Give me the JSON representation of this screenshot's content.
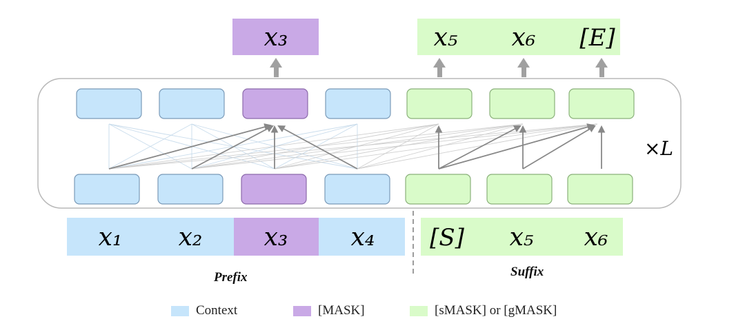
{
  "colors": {
    "context": "#c6e5fb",
    "context_border": "#7a9ab8",
    "mask": "#c9a9e6",
    "mask_border": "#8c6aab",
    "span": "#d9fbc9",
    "span_border": "#8ab07a",
    "arrow": "#888888",
    "connector": "#c9dcec"
  },
  "outputs": {
    "mask_token": "x₃",
    "span_tokens": [
      "x₅",
      "x₆",
      "[E]"
    ]
  },
  "inputs": {
    "prefix_tokens": [
      "x₁",
      "x₂",
      "x₃",
      "x₄"
    ],
    "suffix_tokens": [
      "[S]",
      "x₅",
      "x₆"
    ]
  },
  "layers_label": "×L",
  "labels": {
    "prefix": "Prefix",
    "suffix": "Suffix"
  },
  "legend": [
    {
      "label": "Context",
      "color": "#c6e5fb"
    },
    {
      "label": "[MASK]",
      "color": "#c9a9e6"
    },
    {
      "label": "[sMASK] or [gMASK]",
      "color": "#d9fbc9"
    }
  ]
}
